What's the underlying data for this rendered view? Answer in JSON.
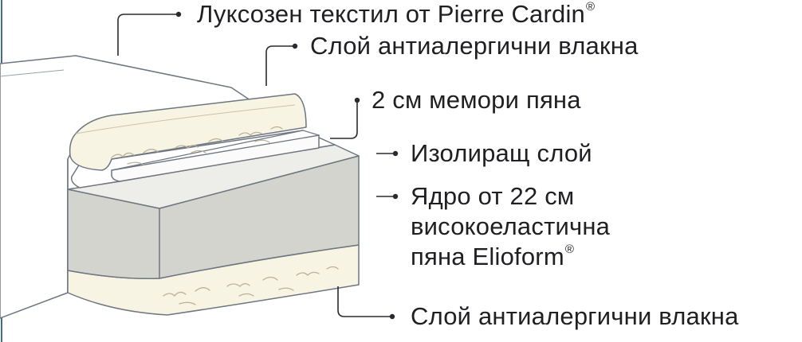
{
  "labels": {
    "top_textile": {
      "text": "Луксозен текстил от Pierre Cardin",
      "mark": "®"
    },
    "fiber_top": {
      "text": "Слой антиалергични влакна"
    },
    "memory_foam": {
      "text": "2 см мемори пяна"
    },
    "insulating": {
      "text": "Изолиращ слой"
    },
    "core": {
      "line1": "Ядро от 22 см",
      "line2": "високоеластична",
      "line3": "пяна Elioform",
      "mark": "®"
    },
    "fiber_bottom": {
      "text": "Слой антиалергични влакна"
    }
  },
  "colors": {
    "outline": "#6e7680",
    "leader": "#2a2a30",
    "fiber": "#f7f4e4",
    "memory": "#fbfbfb",
    "core_front": "#d4d4ce",
    "core_top": "#ededea",
    "edge_line": "#3f6e86"
  }
}
